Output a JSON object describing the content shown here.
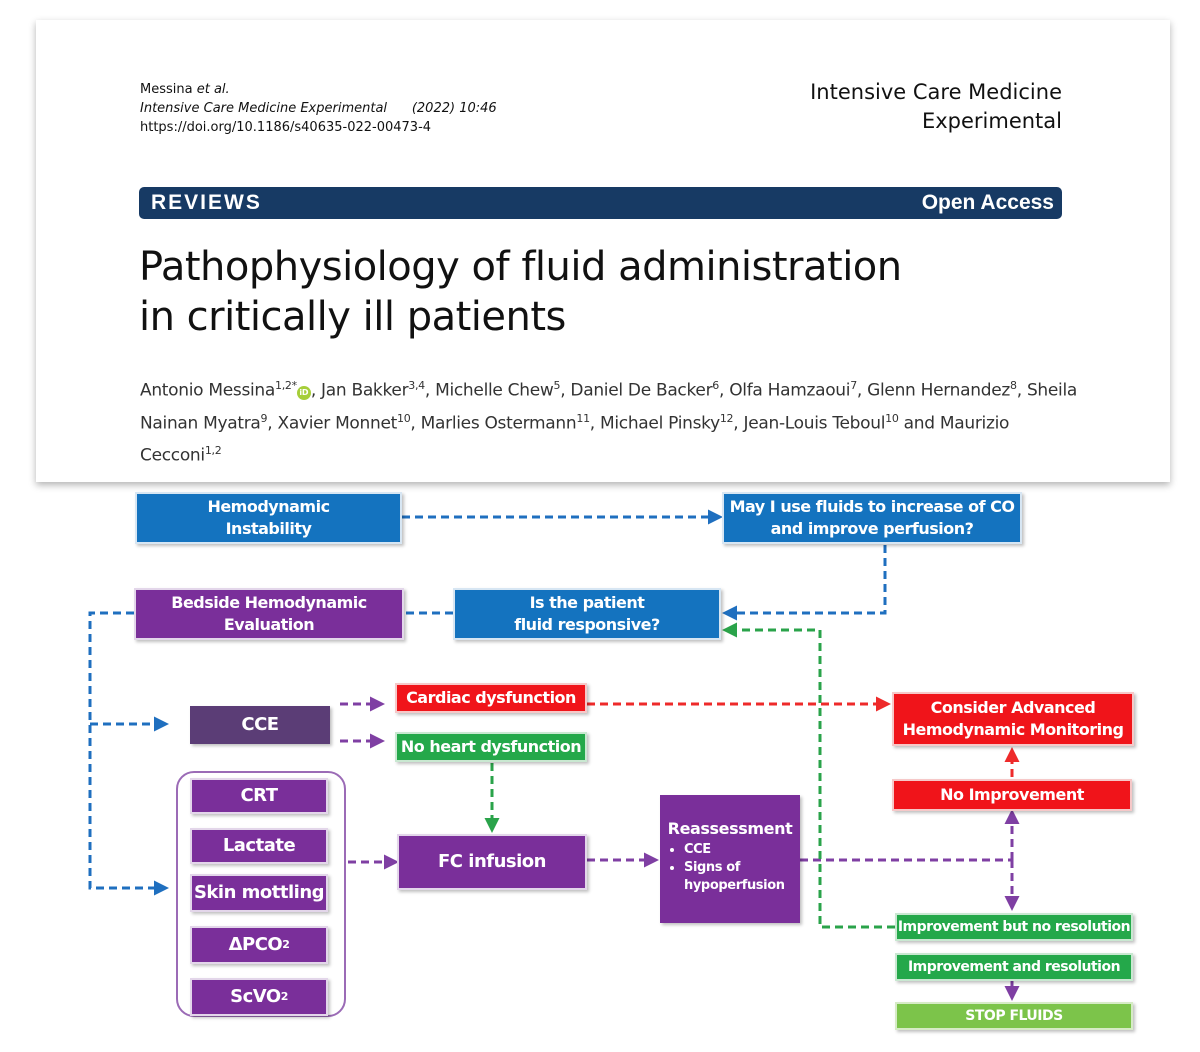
{
  "header": {
    "author_line": "Messina et al.",
    "journal_short": "Intensive Care Medicine Experimental",
    "citation": "(2022) 10:46",
    "doi": "https://doi.org/10.1186/s40635-022-00473-4",
    "journal_line1": "Intensive Care Medicine",
    "journal_line2": "Experimental"
  },
  "banner": {
    "type": "REVIEWS",
    "access": "Open Access",
    "color": "#173a64"
  },
  "article": {
    "title_line1": "Pathophysiology of fluid administration",
    "title_line2": "in critically ill patients",
    "authors": [
      {
        "name": "Antonio Messina",
        "sup": "1,2*",
        "orcid": true
      },
      {
        "name": "Jan Bakker",
        "sup": "3,4"
      },
      {
        "name": "Michelle Chew",
        "sup": "5"
      },
      {
        "name": "Daniel De Backer",
        "sup": "6"
      },
      {
        "name": "Olfa Hamzaoui",
        "sup": "7"
      },
      {
        "name": "Glenn Hernandez",
        "sup": "8"
      },
      {
        "name": "Sheila Nainan Myatra",
        "sup": "9"
      },
      {
        "name": "Xavier Monnet",
        "sup": "10"
      },
      {
        "name": "Marlies Ostermann",
        "sup": "11"
      },
      {
        "name": "Michael Pinsky",
        "sup": "12"
      },
      {
        "name": "Jean-Louis Teboul",
        "sup": "10"
      },
      {
        "name": "Maurizio Cecconi",
        "sup": "1,2"
      }
    ],
    "authors_conjunction": "and",
    "orcid_icon": "iD"
  },
  "flowchart": {
    "colors": {
      "blue": "#1473bf",
      "purple": "#7a2f9a",
      "red": "#f0141a",
      "green": "#24a84a",
      "light_green": "#7cc44a",
      "arrow_blue": "#1f6fbf",
      "arrow_purple": "#7f3fa3",
      "arrow_red": "#ee2a2a",
      "arrow_green": "#2aa34a"
    },
    "hemodynamic_instability": [
      "Hemodynamic",
      "Instability"
    ],
    "fluids_question": [
      "May I use fluids to increase of CO",
      "and improve perfusion?"
    ],
    "bedside_evaluation": [
      "Bedside Hemodynamic",
      "Evaluation"
    ],
    "fluid_responsive": [
      "Is the patient",
      "fluid responsive?"
    ],
    "cce": "CCE",
    "cardiac_dysfunction": "Cardiac dysfunction",
    "no_heart_dysfunction": "No heart dysfunction",
    "advanced_monitoring": [
      "Consider Advanced",
      "Hemodynamic Monitoring"
    ],
    "no_improvement": "No Improvement",
    "perfusion_params": [
      "CRT",
      "Lactate",
      "Skin mottling",
      "ΔPCO2",
      "ScVO2"
    ],
    "fc_infusion": "FC infusion",
    "reassessment": {
      "title": "Reassessment",
      "items": [
        "CCE",
        "Signs of hypoperfusion"
      ]
    },
    "improvement_no_resolution": "Improvement but no resolution",
    "improvement_resolution": "Improvement and resolution",
    "stop_fluids": "STOP FLUIDS"
  }
}
